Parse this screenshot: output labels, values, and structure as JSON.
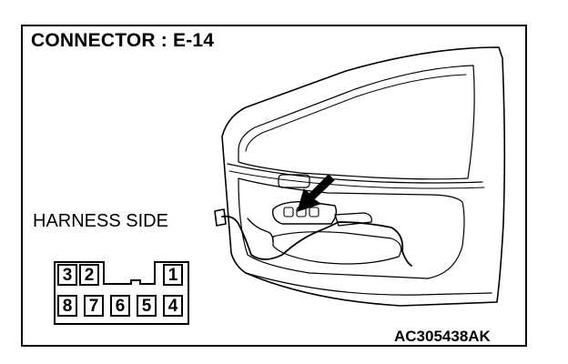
{
  "title": "CONNECTOR : E-14",
  "harness_label": "HARNESS SIDE",
  "figure_code": "AC305438AK",
  "connector": {
    "top_row": [
      "3",
      "2",
      "1"
    ],
    "bottom_row": [
      "8",
      "7",
      "6",
      "5",
      "4"
    ]
  }
}
